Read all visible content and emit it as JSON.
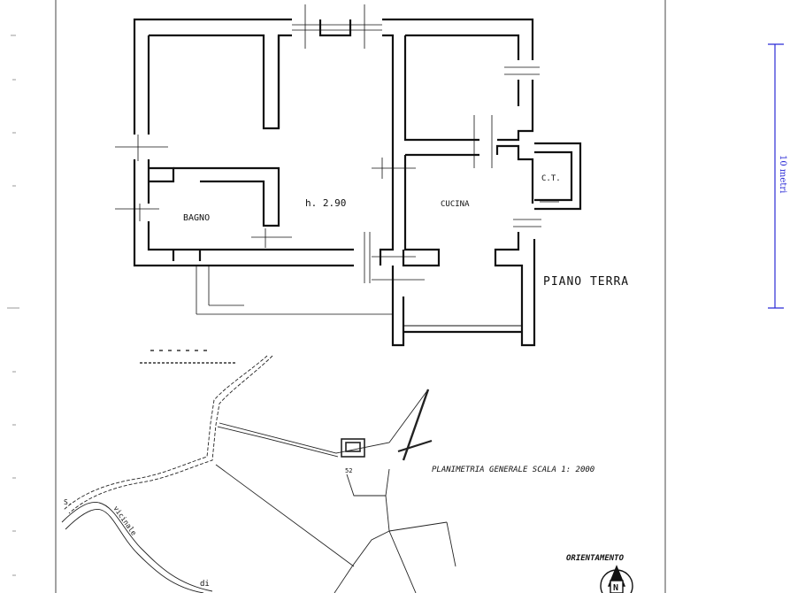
{
  "plan": {
    "rooms": {
      "bagno": "BAGNO",
      "height": "h. 2.90",
      "cucina": "CUCINA",
      "ct": "C.T."
    },
    "floor_title": "PIANO TERRA"
  },
  "site": {
    "title": "PLANIMETRIA GENERALE  SCALA  1: 2000",
    "parcel_number": "52",
    "road_label_1": "S.",
    "road_label_2": "vicinale",
    "road_label_3": "di"
  },
  "orientation": {
    "title": "ORIENTAMENTO",
    "north": "N"
  },
  "scale_bar": {
    "label": "10 metri",
    "color": "#2b2bd6"
  },
  "colors": {
    "ink": "#111111",
    "frame": "#555555"
  }
}
